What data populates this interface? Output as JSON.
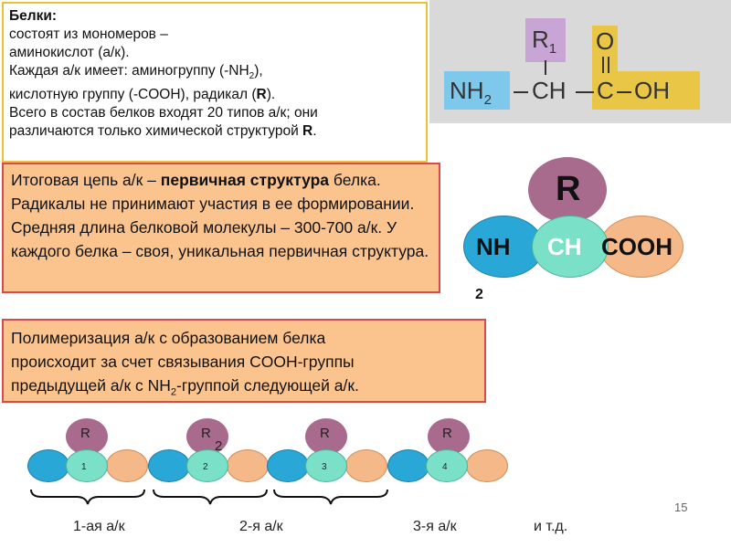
{
  "box1": {
    "title": "Белки:",
    "lines": [
      "состоят из мономеров –",
      "аминокислот (а/к).",
      "Каждая а/к имеет: аминогруппу (-NH",
      "), кислотную группу (-COOH), радикал (",
      "R",
      ").",
      "Всего в состав белков входят 20 типов а/к; они",
      "различаются только химической структурой "
    ],
    "nh2_sub": "2",
    "r_bold": "R",
    "end_dot": "."
  },
  "formula": {
    "r1": "R",
    "r1_sub": "1",
    "nh2": "NH",
    "nh2_sub": "2",
    "ch": "CH",
    "c": "C",
    "oh": "OH",
    "o": "O",
    "dash1": "—",
    "dash2": "—",
    "dash3": "—",
    "colors": {
      "purple": "#c9a5d6",
      "blue": "#7ec8ec",
      "yellow": "#e9c646",
      "panel": "#d9d9d9"
    }
  },
  "box2": {
    "part1": "Итоговая цепь а/к – ",
    "bold": "первичная структура",
    "part2": "белка. Радикалы не принимают участия в ее формировании. Средняя длина белковой молекулы – 300-700 а/к. У каждого белка – своя, уникальная первичная структура."
  },
  "diagram": {
    "r": "R",
    "nh": "NH",
    "ch": "CH",
    "cooh": "COOH",
    "two": "2",
    "colors": {
      "r": "#a86b8e",
      "nh": "#29a8d8",
      "ch": "#7be0c8",
      "cooh": "#f5b889"
    }
  },
  "box3": {
    "line1": "Полимеризация а/к с образованием белка",
    "line2": "происходит за счет связывания COOH-группы",
    "line3a": "предыдущей а/к с NH",
    "line3sub": "2",
    "line3b": "-группой следующей а/к."
  },
  "chain": {
    "r_labels": [
      "R",
      "R",
      "R",
      "R"
    ],
    "r2_extra": "2",
    "numbers": [
      "1",
      "2",
      "3",
      "4"
    ],
    "captions": [
      "1-ая а/к",
      "2-я а/к",
      "3-я а/к",
      "и т.д."
    ]
  },
  "page_number": "15"
}
